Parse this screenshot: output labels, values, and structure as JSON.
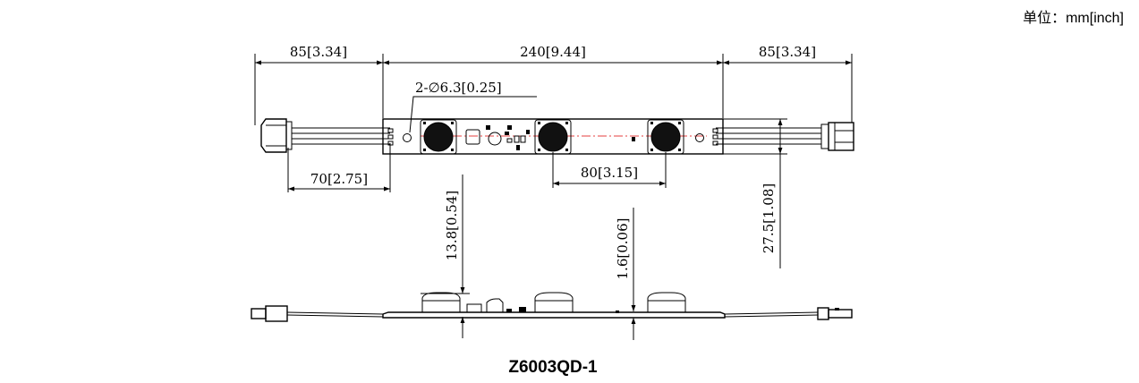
{
  "units_note": "单位：mm[inch]",
  "model": "Z6003QD-1",
  "dimensions": {
    "left_lead": "85[3.34]",
    "board_length": "240[9.44]",
    "right_lead": "85[3.34]",
    "mount_hole": "2-∅6.3[0.25]",
    "left_offset": "70[2.75]",
    "led_pitch": "80[3.15]",
    "board_width": "27.5[1.08]",
    "height": "13.8[0.54]",
    "pcb_thickness": "1.6[0.06]"
  }
}
